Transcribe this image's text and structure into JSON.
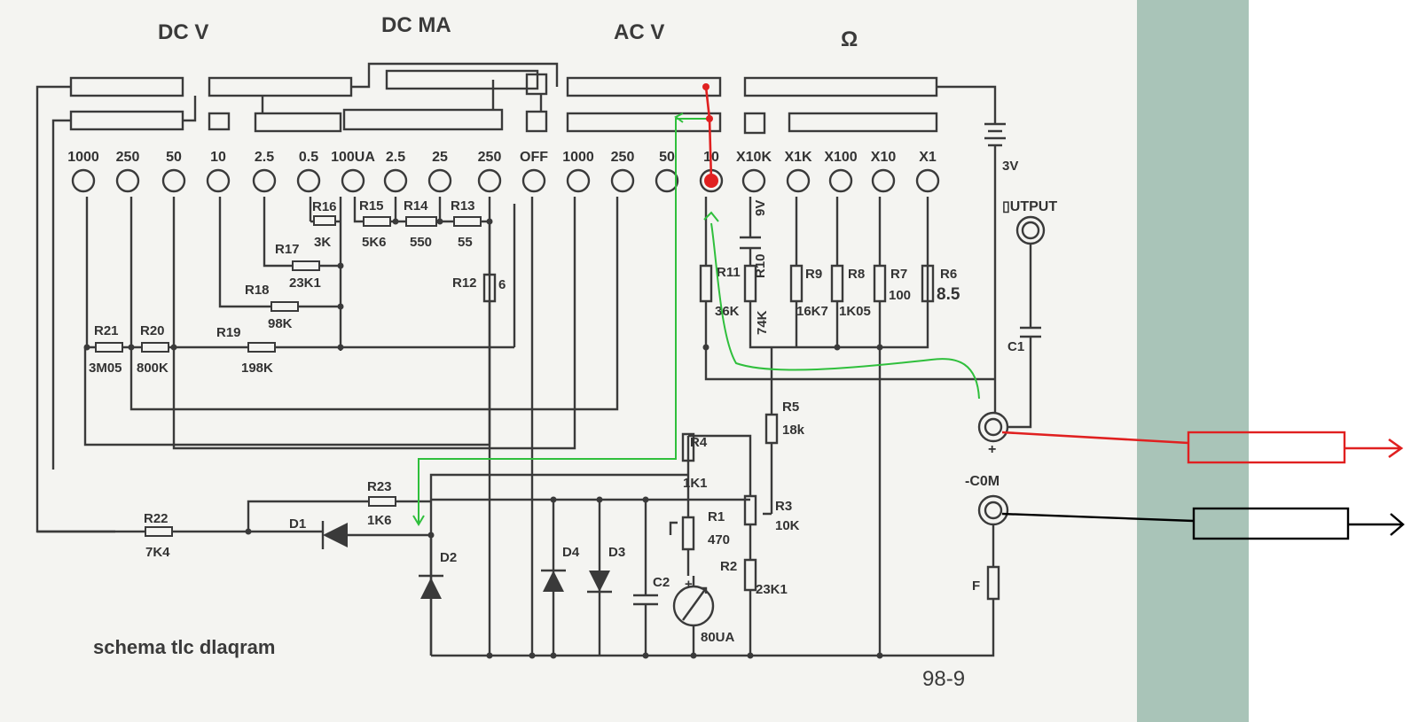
{
  "headers": {
    "dcv": "DC  V",
    "dcma": "DC  MA",
    "acv": "AC  V",
    "ohm": "Ω"
  },
  "ranges": [
    "1000",
    "250",
    "50",
    "10",
    "2.5",
    "0.5",
    "100UA",
    "2.5",
    "25",
    "250",
    "OFF",
    "1000",
    "250",
    "50",
    "10",
    "X10K",
    "X1K",
    "X100",
    "X10",
    "X1"
  ],
  "resistors": {
    "r16": {
      "name": "R16",
      "value": "3K"
    },
    "r15": {
      "name": "R15",
      "value": "5K6"
    },
    "r14": {
      "name": "R14",
      "value": "550"
    },
    "r13": {
      "name": "R13",
      "value": "55"
    },
    "r17": {
      "name": "R17",
      "value": "23K1"
    },
    "r18": {
      "name": "R18",
      "value": "98K"
    },
    "r12": {
      "name": "R12",
      "value": "6"
    },
    "r21": {
      "name": "R21",
      "value": "3M05"
    },
    "r20": {
      "name": "R20",
      "value": "800K"
    },
    "r19": {
      "name": "R19",
      "value": "198K"
    },
    "r11": {
      "name": "R11",
      "value": "36K"
    },
    "r10": {
      "name": "R10",
      "value": "74K"
    },
    "r9": {
      "name": "R9",
      "value": "16K7"
    },
    "r8": {
      "name": "R8",
      "value": "1K05"
    },
    "r7": {
      "name": "R7",
      "value": "100"
    },
    "r6": {
      "name": "R6",
      "value": "8.5"
    },
    "r5": {
      "name": "R5",
      "value": "18k"
    },
    "r4": {
      "name": "R4",
      "value": "1K1"
    },
    "r3": {
      "name": "R3",
      "value": "10K"
    },
    "r1": {
      "name": "R1",
      "value": "470"
    },
    "r2": {
      "name": "R2",
      "value": "23K1"
    },
    "r23": {
      "name": "R23",
      "value": "1K6"
    },
    "r22": {
      "name": "R22",
      "value": "7K4"
    }
  },
  "parts": {
    "battery_3v": "3V",
    "battery_9v": "9V",
    "output": "▯UTPUT",
    "c1": "C1",
    "c2": "C2",
    "d1": "D1",
    "d2": "D2",
    "d3": "D3",
    "d4": "D4",
    "meter": "80UA",
    "com": "-C0M",
    "plus": "+",
    "fuse": "F",
    "meter_plus": "+"
  },
  "footer": {
    "title": "schema tlc dlaqram",
    "model": "98-9"
  },
  "colors": {
    "paper": "#f4f4f1",
    "board": "#a9c4b8",
    "green_path": "#2fbf3c",
    "red_probe": "#e02020",
    "black_probe": "#000000"
  }
}
